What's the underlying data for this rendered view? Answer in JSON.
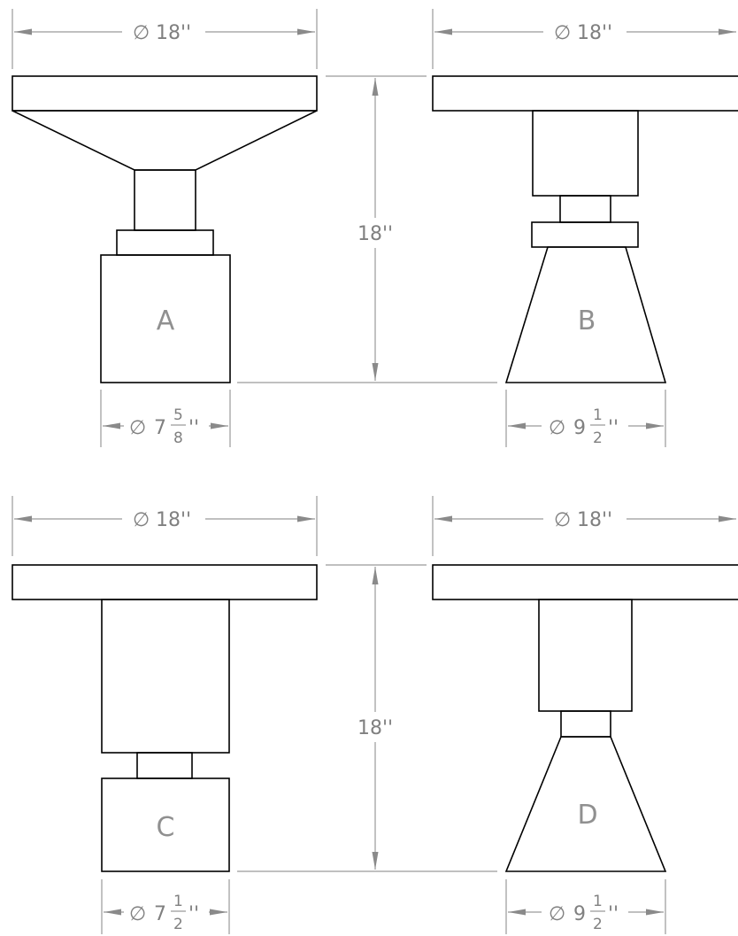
{
  "diameter_symbol": "∅",
  "views": {
    "A": {
      "label": "A",
      "top_dim": "18''",
      "base_dim_whole": "7",
      "base_dim_num": "5",
      "base_dim_den": "8",
      "base_dim_unit": "''"
    },
    "B": {
      "label": "B",
      "top_dim": "18''",
      "base_dim_whole": "9",
      "base_dim_num": "1",
      "base_dim_den": "2",
      "base_dim_unit": "''"
    },
    "C": {
      "label": "C",
      "top_dim": "18''",
      "base_dim_whole": "7",
      "base_dim_num": "1",
      "base_dim_den": "2",
      "base_dim_unit": "''"
    },
    "D": {
      "label": "D",
      "top_dim": "18''",
      "base_dim_whole": "9",
      "base_dim_num": "1",
      "base_dim_den": "2",
      "base_dim_unit": "''"
    }
  },
  "height_dim_top": "18''",
  "height_dim_bottom": "18''"
}
